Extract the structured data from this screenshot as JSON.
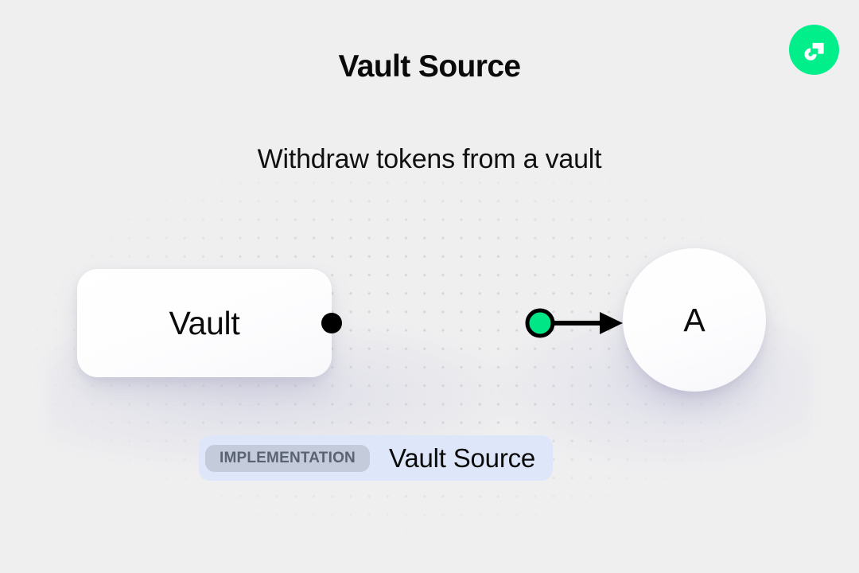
{
  "header": {
    "title": "Vault Source",
    "subtitle": "Withdraw tokens from a vault"
  },
  "brand": {
    "logo_icon": "flow-logo-icon",
    "color": "#00ef8b"
  },
  "diagram": {
    "source_node": {
      "label": "Vault",
      "shape": "rounded-rect"
    },
    "target_node": {
      "label": "A",
      "shape": "circle"
    },
    "edge": {
      "source_handle_icon": "edge-source-dot-icon",
      "midpoint_handle_icon": "edge-midpoint-dot-icon",
      "arrow_icon": "arrow-head-icon",
      "line_color": "#000000",
      "midpoint_color": "#00e585"
    }
  },
  "footer_badge": {
    "tag": "IMPLEMENTATION",
    "name": "Vault Source",
    "background": "#dde7f9",
    "tag_background": "#c4ccdb"
  }
}
